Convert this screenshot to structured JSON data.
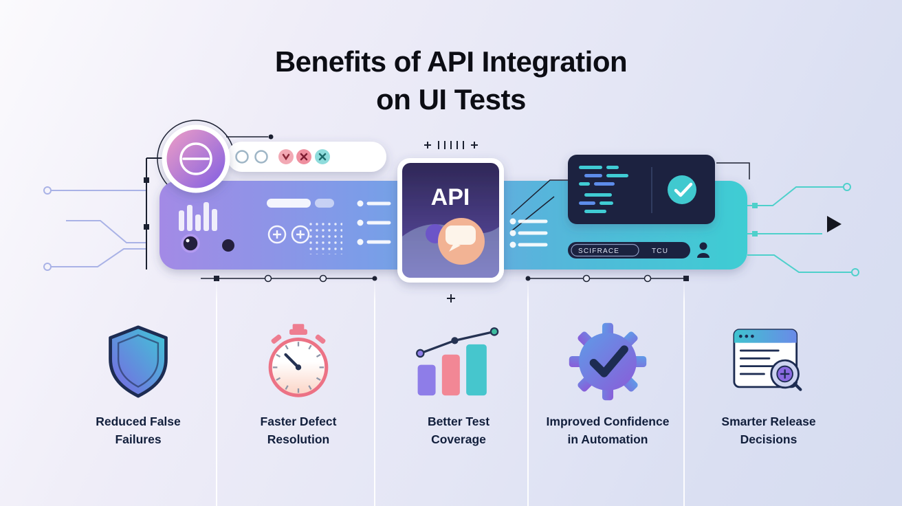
{
  "title": {
    "line1": "Benefits of API Integration",
    "line2": "on UI Tests"
  },
  "pipeline": {
    "api_label": "API",
    "search_bar": {
      "left": "SCIFRACE",
      "right": "TCU"
    }
  },
  "benefits": [
    {
      "icon": "shield-icon",
      "line1": "Reduced False",
      "line2": "Failures"
    },
    {
      "icon": "stopwatch-icon",
      "line1": "Faster Defect",
      "line2": "Resolution"
    },
    {
      "icon": "bar-chart-icon",
      "line1": "Better Test",
      "line2": "Coverage"
    },
    {
      "icon": "gear-check-icon",
      "line1": "Improved Confidence",
      "line2": "in Automation"
    },
    {
      "icon": "browser-search-icon",
      "line1": "Smarter Release",
      "line2": "Decisions"
    }
  ],
  "colors": {
    "background_start": "#fbfafd",
    "background_end": "#d6dcf0",
    "bar_gradient": [
      "#a38ae6",
      "#7b9de8",
      "#54b7da",
      "#3ecdd3"
    ],
    "navy": "#1b2240",
    "teal": "#3fc9cf",
    "purple": "#8a5fd8",
    "pink": "#ee7083",
    "title_color": "#0c0d14",
    "label_color": "#121f3c"
  }
}
